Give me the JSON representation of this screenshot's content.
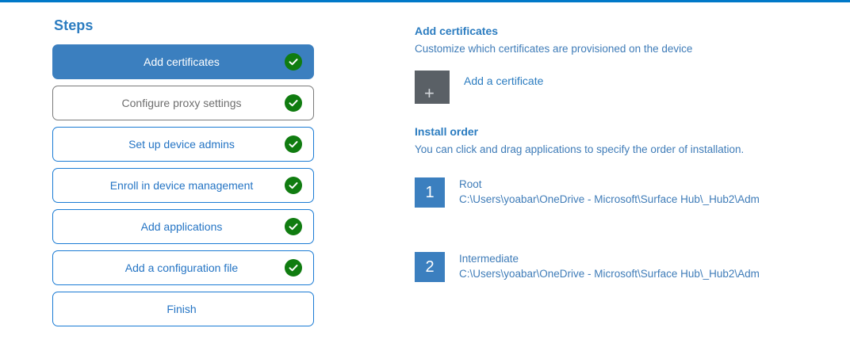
{
  "theme": {
    "accent_bar": "#0078c8",
    "heading_blue": "#2b7cc0",
    "link_blue": "#2474c4",
    "active_step_bg": "#3b7fbf",
    "check_green": "#107c10",
    "muted_gray": "#6e6e6e",
    "tile_gray": "#5a6066"
  },
  "steps_pane": {
    "title": "Steps",
    "items": [
      {
        "label": "Add certificates",
        "state": "active",
        "completed": true,
        "check_icon": "check-circle-icon"
      },
      {
        "label": "Configure proxy settings",
        "state": "muted",
        "completed": true,
        "check_icon": "check-circle-icon"
      },
      {
        "label": "Set up device admins",
        "state": "normal",
        "completed": true,
        "check_icon": "check-circle-icon"
      },
      {
        "label": "Enroll in device management",
        "state": "normal",
        "completed": true,
        "check_icon": "check-circle-icon"
      },
      {
        "label": "Add applications",
        "state": "normal",
        "completed": true,
        "check_icon": "check-circle-icon"
      },
      {
        "label": "Add a configuration file",
        "state": "normal",
        "completed": true,
        "check_icon": "check-circle-icon"
      },
      {
        "label": "Finish",
        "state": "normal",
        "completed": false,
        "check_icon": null
      }
    ]
  },
  "detail_pane": {
    "certificates": {
      "heading": "Add certificates",
      "subtitle": "Customize which certificates are provisioned on the device",
      "add_tile_icon": "plus-icon",
      "add_tile_glyph": "+",
      "add_label": "Add a certificate"
    },
    "install_order": {
      "heading": "Install order",
      "subtitle": "You can click and drag applications to specify the order of installation.",
      "items": [
        {
          "number": "1",
          "name": "Root",
          "path": "C:\\Users\\yoabar\\OneDrive - Microsoft\\Surface Hub\\_Hub2\\Adm"
        },
        {
          "number": "2",
          "name": "Intermediate",
          "path": "C:\\Users\\yoabar\\OneDrive - Microsoft\\Surface Hub\\_Hub2\\Adm"
        }
      ]
    }
  }
}
